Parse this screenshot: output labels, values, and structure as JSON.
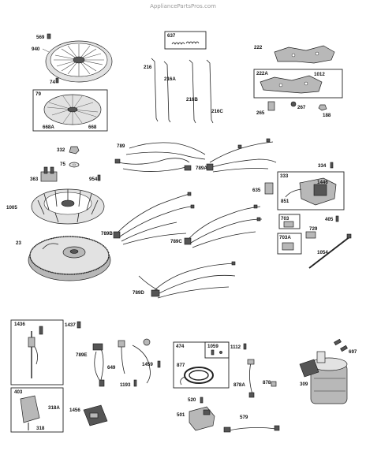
{
  "watermark": "AppliancePartsPros.com",
  "labels": {
    "p569": "569",
    "p940": "940",
    "p74": "74",
    "p79": "79",
    "p668A": "668A",
    "p668": "668",
    "p637": "637",
    "p216": "216",
    "p216A": "216A",
    "p216B": "216B",
    "p216C": "216C",
    "p222": "222",
    "p222A": "222A",
    "p1012": "1012",
    "p265": "265",
    "p267": "267",
    "p188": "188",
    "p332": "332",
    "p75": "75",
    "p363": "363",
    "p954": "954",
    "p1005": "1005",
    "p23": "23",
    "p789": "789",
    "p789A": "789A",
    "p789B": "789B",
    "p789C": "789C",
    "p789D": "789D",
    "p334": "334",
    "p333": "333",
    "p1446": "1446",
    "p635": "635",
    "p851": "851",
    "p703": "703",
    "p703A": "703A",
    "p729": "729",
    "p405": "405",
    "p1054": "1054",
    "p1436": "1436",
    "p1437": "1437",
    "p403": "403",
    "p318A": "318A",
    "p318": "318",
    "p789E": "789E",
    "p649": "649",
    "p1459": "1459",
    "p1193": "1193",
    "p1456": "1456",
    "p474": "474",
    "p1059": "1059",
    "p877": "877",
    "p1112": "1112",
    "p878A": "878A",
    "p878": "878",
    "p520": "520",
    "p501": "501",
    "p579": "579",
    "p697": "697",
    "p309": "309"
  }
}
